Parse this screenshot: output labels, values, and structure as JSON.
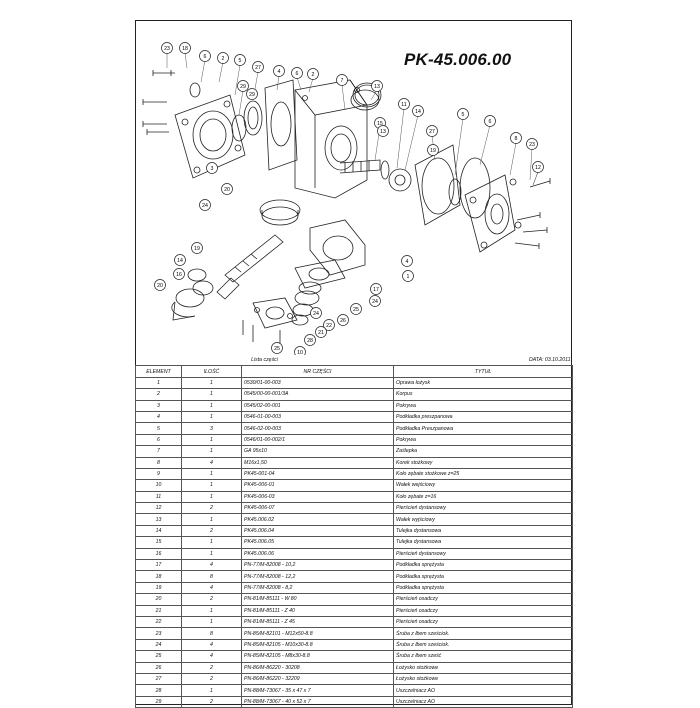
{
  "drawing": {
    "number": "PK-45.006.00",
    "balloons": [
      "23",
      "18",
      "6",
      "2",
      "5",
      "27",
      "29",
      "4",
      "6",
      "2",
      "7",
      "13",
      "15",
      "11",
      "14",
      "27",
      "5",
      "6",
      "8",
      "23",
      "12",
      "3",
      "20",
      "24",
      "19",
      "14",
      "16",
      "20",
      "4",
      "1",
      "17",
      "24",
      "25",
      "26",
      "22",
      "21",
      "28",
      "25",
      "10",
      "29",
      "24",
      "13",
      "19"
    ]
  },
  "parts_list": {
    "title": "Lista części",
    "date": "DATA: 03.10.2011",
    "columns": [
      "ELEMENT",
      "ILOŚĆ",
      "NR CZĘŚCI",
      "TYTUŁ"
    ],
    "rows": [
      [
        "1",
        "1",
        "0530/01-00-003",
        "Oprawa łożysk"
      ],
      [
        "2",
        "1",
        "0545/00-00-001/3A",
        "Korpus"
      ],
      [
        "3",
        "1",
        "0545/02-00-001",
        "Pokrywa"
      ],
      [
        "4",
        "1",
        "0546-01-00-003",
        "Podkładka preszpanowa"
      ],
      [
        "5",
        "3",
        "0546-02-00-003",
        "Podkładka Preszpanowa"
      ],
      [
        "6",
        "1",
        "0546/01-00-002/1",
        "Pokrywa"
      ],
      [
        "7",
        "1",
        "GA 95x10",
        "Zaślepka"
      ],
      [
        "8",
        "4",
        "M16x1,50",
        "Korek stożkowy"
      ],
      [
        "9",
        "1",
        "PK45-001-04",
        "Koło zębate stożkowe z=25"
      ],
      [
        "10",
        "1",
        "PK45-006-01",
        "Wałek wejściowy"
      ],
      [
        "11",
        "1",
        "PK45-006-03",
        "Koło zębate z=16"
      ],
      [
        "12",
        "2",
        "PK45-006-07",
        "Pierścień dystansowy"
      ],
      [
        "13",
        "1",
        "PK45.006.02",
        "Wałek wyjściowy"
      ],
      [
        "14",
        "2",
        "PK45.006.04",
        "Tulejka dystansowa"
      ],
      [
        "15",
        "1",
        "PK45.006.05",
        "Tulejka dystansowa"
      ],
      [
        "16",
        "1",
        "PK45.006.06",
        "Pierścień dystansowy"
      ],
      [
        "17",
        "4",
        "PN-77/M-82008 - 10,2",
        "Podkładka sprężysta"
      ],
      [
        "18",
        "8",
        "PN-77/M-82008 - 12,2",
        "Podkładka sprężysta"
      ],
      [
        "19",
        "4",
        "PN-77/M-82008 - 8,2",
        "Podkładka sprężysta"
      ],
      [
        "20",
        "2",
        "PN-81/M-85111 - W 80",
        "Pierścień osadczy"
      ],
      [
        "21",
        "1",
        "PN-81/M-85111 - Z 40",
        "Pierścień osadczy"
      ],
      [
        "22",
        "1",
        "PN-81/M-85111 - Z 45",
        "Pierścień osadczy"
      ],
      [
        "23",
        "8",
        "PN-85/M-82101 - M12x50-8.8",
        "Śruba z łbem sześciok."
      ],
      [
        "24",
        "4",
        "PN-85/M-82105 - M10x30-8.8",
        "Śruba z łbem sześciok."
      ],
      [
        "25",
        "4",
        "PN-85/M-82105 - M8x30-8.8",
        "Śruba z łbem sześć"
      ],
      [
        "26",
        "2",
        "PN-86/M-86220 - 30208",
        "Łożysko stożkowe"
      ],
      [
        "27",
        "2",
        "PN-86/M-86220 - 32209",
        "Łożysko stożkowe"
      ],
      [
        "28",
        "1",
        "PN-88/M-73067 - 35 x 47 x 7",
        "Uszczelniacz AO"
      ],
      [
        "29",
        "2",
        "PN-88/M-73067 - 40 x 52 x 7",
        "Uszczelniacz AO"
      ]
    ]
  }
}
